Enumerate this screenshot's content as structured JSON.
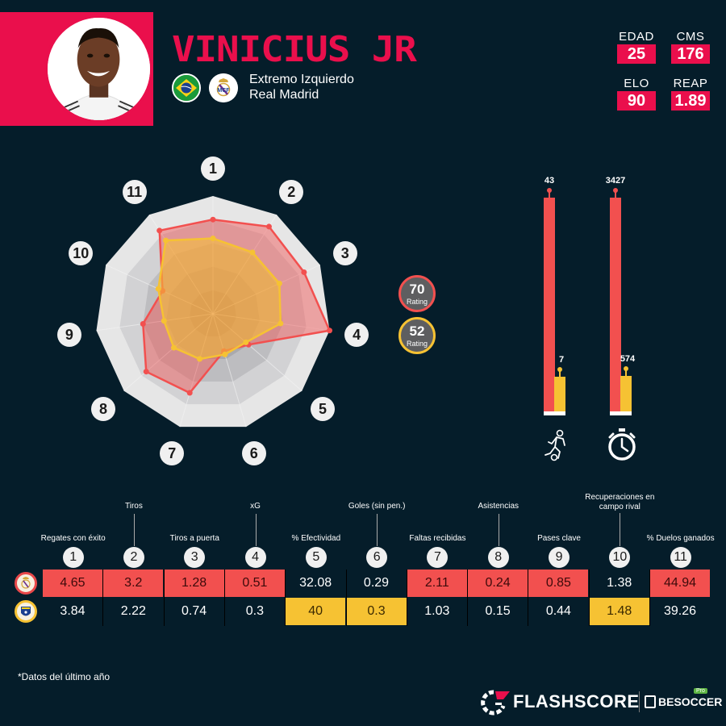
{
  "player": {
    "name": "VINICIUS JR",
    "position": "Extremo Izquierdo",
    "team": "Real Madrid",
    "nationality_icon": "brazil-flag-icon",
    "club_icon": "real-madrid-crest-icon"
  },
  "stats": {
    "edad": {
      "label": "EDAD",
      "value": "25"
    },
    "cms": {
      "label": "CMS",
      "value": "176"
    },
    "elo": {
      "label": "ELO",
      "value": "90"
    },
    "reap": {
      "label": "REAP",
      "value": "1.89"
    }
  },
  "ratings": {
    "real_madrid": {
      "value": "70",
      "label": "Rating",
      "color": "#f2504f"
    },
    "brazil": {
      "value": "52",
      "label": "Rating",
      "color": "#f6c233"
    }
  },
  "colors": {
    "accent": "#ea0f4c",
    "series_red": "#f2504f",
    "series_yellow": "#f6c233",
    "background": "#051d2a"
  },
  "footnote": "*Datos del último año",
  "brand": {
    "flashscore": "FLASHSCORE",
    "besoccer": "BESOCCER",
    "pro": "Pro"
  },
  "chart_data": [
    {
      "type": "radar",
      "title": "Player comparison radar",
      "axes": [
        "1",
        "2",
        "3",
        "4",
        "5",
        "6",
        "7",
        "8",
        "9",
        "10",
        "11"
      ],
      "axis_labels": [
        "Regates con éxito",
        "Tiros",
        "Tiros a puerta",
        "xG",
        "% Efectividad",
        "Goles (sin pen.)",
        "Faltas recibidas",
        "Asistencias",
        "Pases clave",
        "Recuperaciones en campo rival",
        "% Duelos ganados"
      ],
      "rlim": [
        0,
        100
      ],
      "rings": 5,
      "series": [
        {
          "name": "Real Madrid",
          "color": "#f2504f",
          "rating": 70,
          "values": [
            80,
            88,
            85,
            100,
            40,
            33,
            70,
            75,
            60,
            47,
            84
          ]
        },
        {
          "name": "Brasil",
          "color": "#f6c233",
          "rating": 52,
          "values": [
            64,
            62,
            62,
            58,
            37,
            36,
            40,
            44,
            42,
            51,
            74
          ]
        }
      ]
    },
    {
      "type": "bar",
      "title": "Partidos / Minutos",
      "categories": [
        "Partidos",
        "Minutos"
      ],
      "category_icons": [
        "football-player-icon",
        "stopwatch-icon"
      ],
      "series": [
        {
          "name": "Real Madrid",
          "color": "#f2504f",
          "values": [
            43,
            3427
          ]
        },
        {
          "name": "Brasil",
          "color": "#f6c233",
          "values": [
            7,
            574
          ]
        }
      ]
    },
    {
      "type": "table",
      "columns": [
        {
          "num": "1",
          "label": "Regates con éxito",
          "rm": "4.65",
          "br": "3.84",
          "hl": "rm"
        },
        {
          "num": "2",
          "label": "Tiros",
          "rm": "3.2",
          "br": "2.22",
          "hl": "rm"
        },
        {
          "num": "3",
          "label": "Tiros a puerta",
          "rm": "1.28",
          "br": "0.74",
          "hl": "rm"
        },
        {
          "num": "4",
          "label": "xG",
          "rm": "0.51",
          "br": "0.3",
          "hl": "rm"
        },
        {
          "num": "5",
          "label": "% Efectividad",
          "rm": "32.08",
          "br": "40",
          "hl": "br"
        },
        {
          "num": "6",
          "label": "Goles (sin pen.)",
          "rm": "0.29",
          "br": "0.3",
          "hl": "br"
        },
        {
          "num": "7",
          "label": "Faltas recibidas",
          "rm": "2.11",
          "br": "1.03",
          "hl": "rm"
        },
        {
          "num": "8",
          "label": "Asistencias",
          "rm": "0.24",
          "br": "0.15",
          "hl": "rm"
        },
        {
          "num": "9",
          "label": "Pases clave",
          "rm": "0.85",
          "br": "0.44",
          "hl": "rm"
        },
        {
          "num": "10",
          "label": "Recuperaciones en campo rival",
          "rm": "1.38",
          "br": "1.48",
          "hl": "br"
        },
        {
          "num": "11",
          "label": "% Duelos ganados",
          "rm": "44.94",
          "br": "39.26",
          "hl": "rm"
        }
      ]
    }
  ]
}
